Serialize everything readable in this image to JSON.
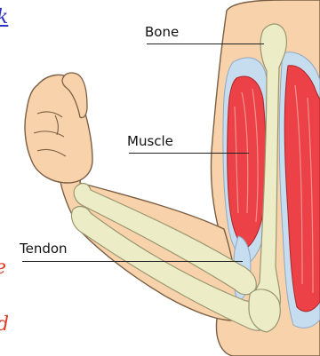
{
  "labels": {
    "bone": "Bone",
    "muscle": "Muscle",
    "tendon": "Tendon"
  },
  "edge_glyphs": {
    "top": "k",
    "lower_upper": "e",
    "lower_bottom": "d"
  },
  "colors": {
    "skin": "#f8d2aa",
    "skin_outline": "#7a5f44",
    "bone": "#ecedc6",
    "tendon_sheath": "#c6dcef",
    "muscle": "#ec4146",
    "muscle_light": "#f7a7a0",
    "label_text": "#111111",
    "edge_glyph_top": "#3232c8",
    "edge_glyph_bottom": "#e03c28"
  }
}
